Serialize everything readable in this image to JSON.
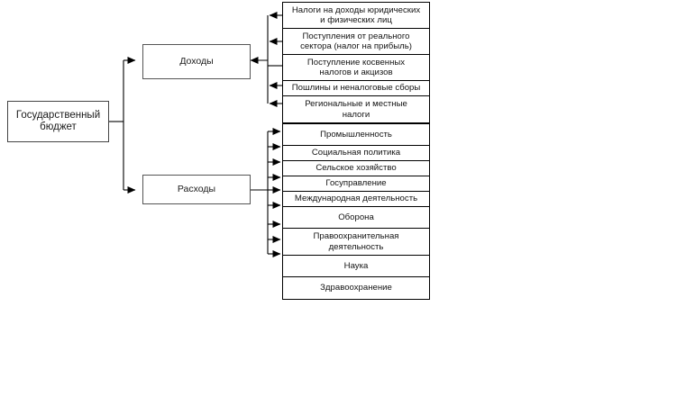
{
  "diagram": {
    "root": {
      "label": "Государственный бюджет",
      "line1": "Государственный",
      "line2": "бюджет"
    },
    "branches": [
      {
        "id": "income",
        "label": "Доходы"
      },
      {
        "id": "expense",
        "label": "Расходы"
      }
    ],
    "income_items": [
      {
        "line1": "Налоги на доходы юридических",
        "line2": "и физических лиц"
      },
      {
        "line1": "Поступления от реального",
        "line2": "сектора (налог на прибыль)"
      },
      {
        "line1": "Поступление косвенных",
        "line2": "налогов и акцизов"
      },
      {
        "line1": "Пошлины и неналоговые сборы",
        "line2": ""
      },
      {
        "line1": "Региональные и местные",
        "line2": "налоги"
      }
    ],
    "expense_items": [
      {
        "line1": "Промышленность",
        "line2": ""
      },
      {
        "line1": "Социальная политика",
        "line2": ""
      },
      {
        "line1": "Сельское хозяйство",
        "line2": ""
      },
      {
        "line1": "Госуправление",
        "line2": ""
      },
      {
        "line1": "Международная деятельность",
        "line2": ""
      },
      {
        "line1": "Оборона",
        "line2": ""
      },
      {
        "line1": "Правоохранительная",
        "line2": "деятельность"
      },
      {
        "line1": "Наука",
        "line2": ""
      },
      {
        "line1": "Здравоохранение",
        "line2": ""
      }
    ],
    "colors": {
      "background": "#ffffff",
      "leaf_border": "#000000",
      "node_border": "#555555",
      "connector": "#000000",
      "text": "#141414"
    }
  }
}
